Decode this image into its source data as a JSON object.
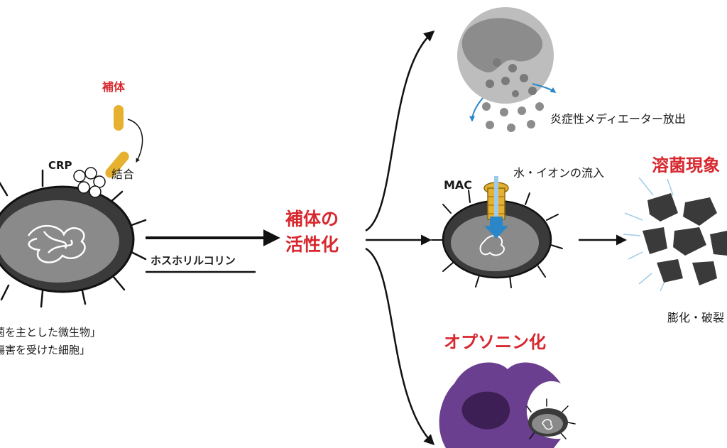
{
  "labels": {
    "complement": "補体",
    "crp": "CRP",
    "binding": "結合",
    "phosphorylcholine": "ホスホリルコリン",
    "activation_line1": "補体の",
    "activation_line2": "活性化",
    "inflammatory_mediator_release": "炎症性メディエーター放出",
    "mac": "MAC",
    "water_ion_influx": "水・イオンの流入",
    "bacteriolysis": "溶菌現象",
    "swelling_rupture": "膨化・破裂",
    "opsonization": "オプソニン化",
    "target_line1": "菌を主とした微生物」",
    "target_line2": "傷害を受けた細胞」"
  },
  "colors": {
    "red_label": "#d7282f",
    "complement_gold": "#e5b12e",
    "phagocyte_purple": "#6b3f8f",
    "water_blue": "#2a86c9",
    "cell_dark": "#3a3a3a",
    "cell_inner": "#8a8a8a"
  }
}
